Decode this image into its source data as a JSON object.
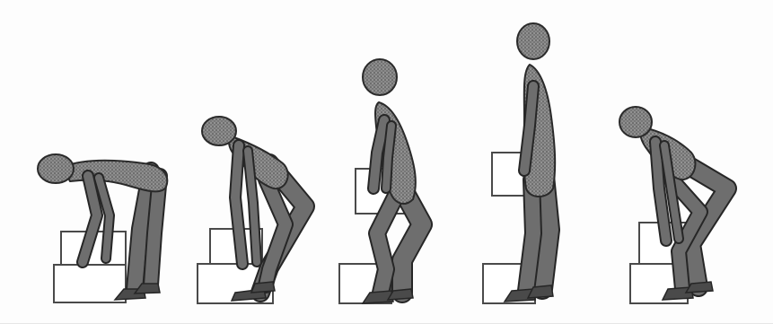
{
  "illustration": {
    "theme": "lifting-posture-sequence",
    "figure_count": 5,
    "palette": {
      "background": "#fdfdfd",
      "figure_fill": "#7a7a7a",
      "figure_outline": "#262626",
      "box_fill": "#ffffff",
      "box_outline": "#4a4a4a"
    },
    "figures": [
      {
        "pose": "bent-over",
        "box_count": 2
      },
      {
        "pose": "half-bent",
        "box_count": 2
      },
      {
        "pose": "squat-rise",
        "box_count": 2
      },
      {
        "pose": "upright-carrying",
        "box_count": 2
      },
      {
        "pose": "bent-over-lowering",
        "box_count": 2
      }
    ]
  }
}
